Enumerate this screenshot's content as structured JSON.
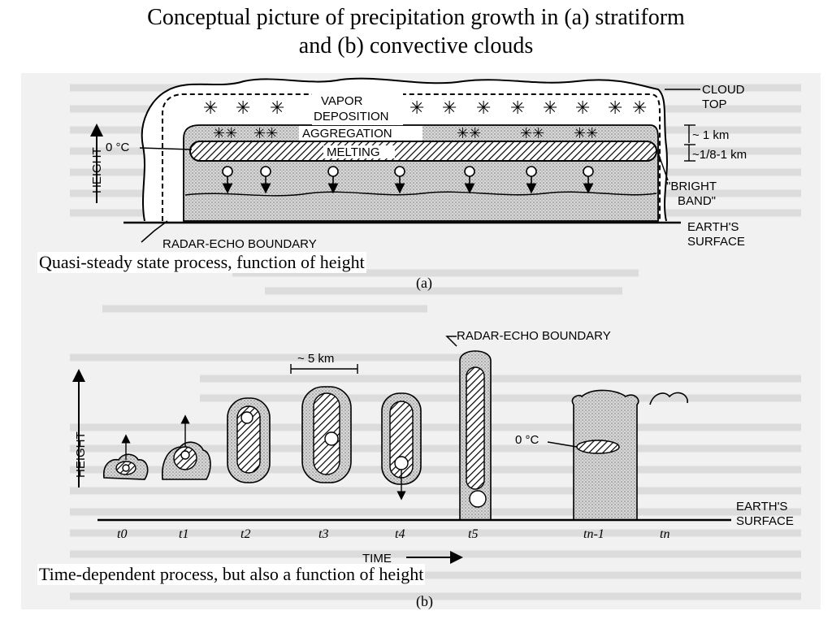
{
  "title": {
    "line1": "Conceptual picture of precipitation growth in (a) stratiform",
    "line2": "and (b) convective clouds"
  },
  "panel_a": {
    "labels": {
      "vapor": "VAPOR",
      "deposition": "DEPOSITION",
      "aggregation": "AGGREGATION",
      "melting": "MELTING",
      "zero_c": "0 °C",
      "height": "HEIGHT",
      "cloud_top_1": "CLOUD",
      "cloud_top_2": "TOP",
      "one_km": "~ 1 km",
      "eighth_km": "~1/8-1 km",
      "bright_band_1": "\"BRIGHT",
      "bright_band_2": "BAND\"",
      "earth_1": "EARTH'S",
      "earth_2": "SURFACE",
      "radar_echo": "RADAR-ECHO BOUNDARY",
      "panel": "(a)"
    },
    "caption": "Quasi-steady state process, function of height"
  },
  "panel_b": {
    "labels": {
      "radar_echo": "RADAR-ECHO BOUNDARY",
      "five_km": "~ 5 km",
      "height": "HEIGHT",
      "zero_c": "0 °C",
      "earth_1": "EARTH'S",
      "earth_2": "SURFACE",
      "time": "TIME",
      "panel": "(b)"
    },
    "time_labels": [
      "t0",
      "t1",
      "t2",
      "t3",
      "t4",
      "t5",
      "tn-1",
      "tn"
    ],
    "caption": "Time-dependent process, but also a function of height"
  }
}
